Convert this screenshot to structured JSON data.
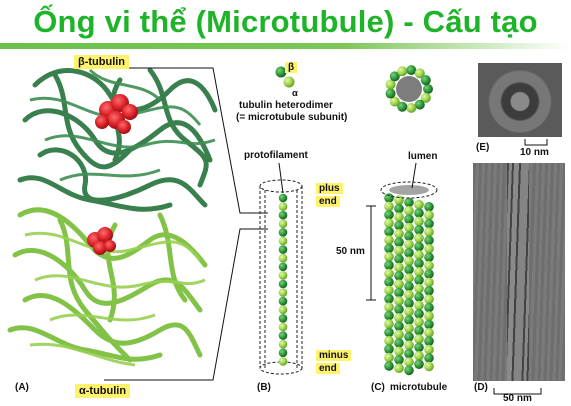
{
  "title": "Ống vi thể (Microtubule) - Cấu tạo",
  "labels": {
    "beta_tubulin": "β-tubulin",
    "alpha_tubulin": "α-tubulin",
    "beta": "β",
    "alpha": "α",
    "heterodimer_line1": "tubulin heterodimer",
    "heterodimer_line2": "(= microtubule subunit)",
    "protofilament": "protofilament",
    "plus": "plus",
    "plus_end": "end",
    "minus": "minus",
    "minus_end": "end",
    "lumen": "lumen",
    "scale_50nm": "50 nm",
    "scale_10nm": "10 nm",
    "scale_50nm_em": "50 nm",
    "microtubule": "microtubule",
    "panel_a": "(A)",
    "panel_b": "(B)",
    "panel_c": "(C)",
    "panel_d": "(D)",
    "panel_e": "(E)"
  },
  "colors": {
    "title": "#1fb32a",
    "highlight": "#fff36b",
    "dark_green": "#2f7a45",
    "light_green": "#8cc640",
    "red": "#d81f26"
  }
}
